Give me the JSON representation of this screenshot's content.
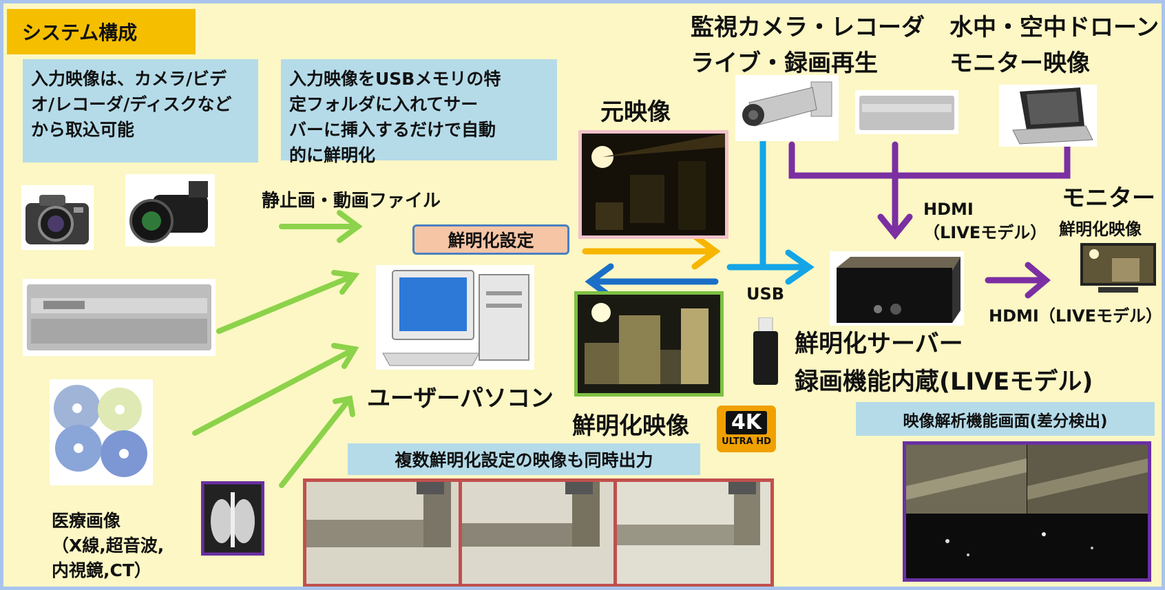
{
  "title": "システム構成",
  "notes": {
    "input": "入力映像は、カメラ/ビデ\nオ/レコーダ/ディスクなど\nから取込可能",
    "usb": "入力映像をUSBメモリの特\n定フォルダに入れてサー\nバーに挿入するだけで自動\n的に鮮明化"
  },
  "labels": {
    "still_video": "静止画・動画ファイル",
    "setting": "鮮明化設定",
    "user_pc": "ユーザーパソコン",
    "original": "元映像",
    "enhanced": "鮮明化映像",
    "uhd_4k": "4K",
    "uhd_text": "ULTRA HD",
    "usb": "USB",
    "hdmi_top": "HDMI",
    "hdmi_top_model": "（LIVEモデル）",
    "hdmi_out": "HDMI（LIVEモデル）",
    "camera_recorder": "監視カメラ・レコーダ\nライブ・録画再生",
    "drone": "水中・空中ドローン\nモニター映像",
    "monitor": "モニター",
    "monitor_enhanced": "鮮明化映像",
    "server": "鮮明化サーバー\n録画機能内蔵(LIVEモデル)",
    "medical": "医療画像\n（X線,超音波,\n内視鏡,CT）",
    "multi_output": "複数鮮明化設定の映像も同時出力",
    "analysis": "映像解析機能画面(差分検出)"
  },
  "colors": {
    "background": "#fcf7c4",
    "border": "#a9c4ec",
    "title_bg": "#f5bf00",
    "note_bg": "#b5dbe9",
    "arrow_green": "#8cd24a",
    "arrow_orange": "#f7b500",
    "arrow_blue": "#1b6fc7",
    "usb_cyan": "#14a5e6",
    "hdmi_purple": "#7b2fa3"
  }
}
